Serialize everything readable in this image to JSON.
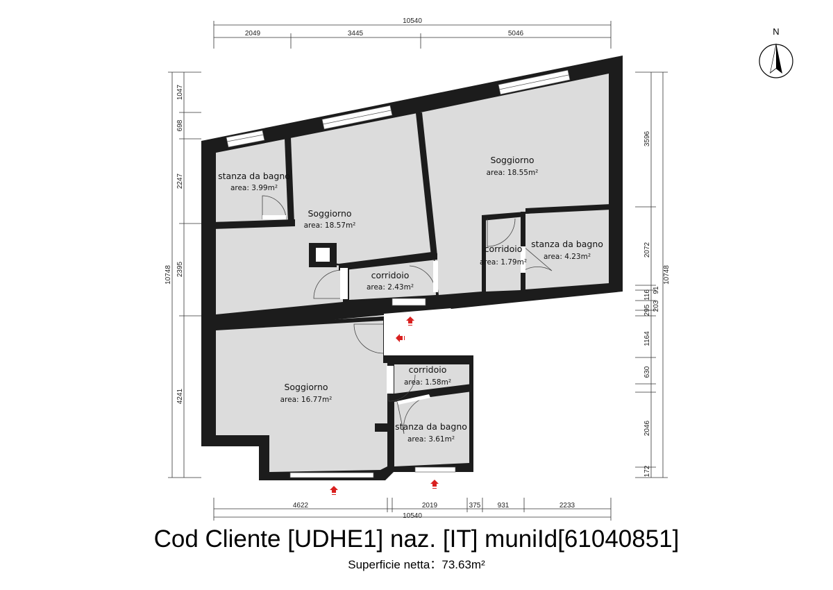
{
  "title": "Cod Cliente [UDHE1] naz. [IT] muniId[61040851]",
  "subtitle": "Superficie netta：73.63m²",
  "north_label": "N",
  "colors": {
    "wall": "#1c1c1c",
    "floor": "#dcdcdc",
    "arrow": "#d9201f",
    "dim_line": "#333333"
  },
  "rooms": [
    {
      "name": "stanza da bagno",
      "area": "area: 3.99m²"
    },
    {
      "name": "Soggiorno",
      "area": "area: 18.57m²"
    },
    {
      "name": "Soggiorno",
      "area": "area: 18.55m²"
    },
    {
      "name": "corridoio",
      "area": "area: 2.43m²"
    },
    {
      "name": "corridoio",
      "area": "area: 1.79m²"
    },
    {
      "name": "stanza da bagno",
      "area": "area: 4.23m²"
    },
    {
      "name": "Soggiorno",
      "area": "area: 16.77m²"
    },
    {
      "name": "corridoio",
      "area": "area: 1.58m²"
    },
    {
      "name": "stanza da bagno",
      "area": "area: 3.61m²"
    }
  ],
  "dimensions": {
    "top_total": "10540",
    "top": [
      "2049",
      "3445",
      "5046"
    ],
    "bottom_total": "10540",
    "bottom": [
      "4622",
      "2019",
      "375",
      "931",
      "2233"
    ],
    "left_total": "10748",
    "left": [
      "1047",
      "698",
      "2247",
      "2395",
      "4241"
    ],
    "right_total": "10748",
    "right": [
      "3596",
      "2072",
      "116",
      "91",
      "295",
      "203",
      "1164",
      "630",
      "2046",
      "172"
    ]
  }
}
